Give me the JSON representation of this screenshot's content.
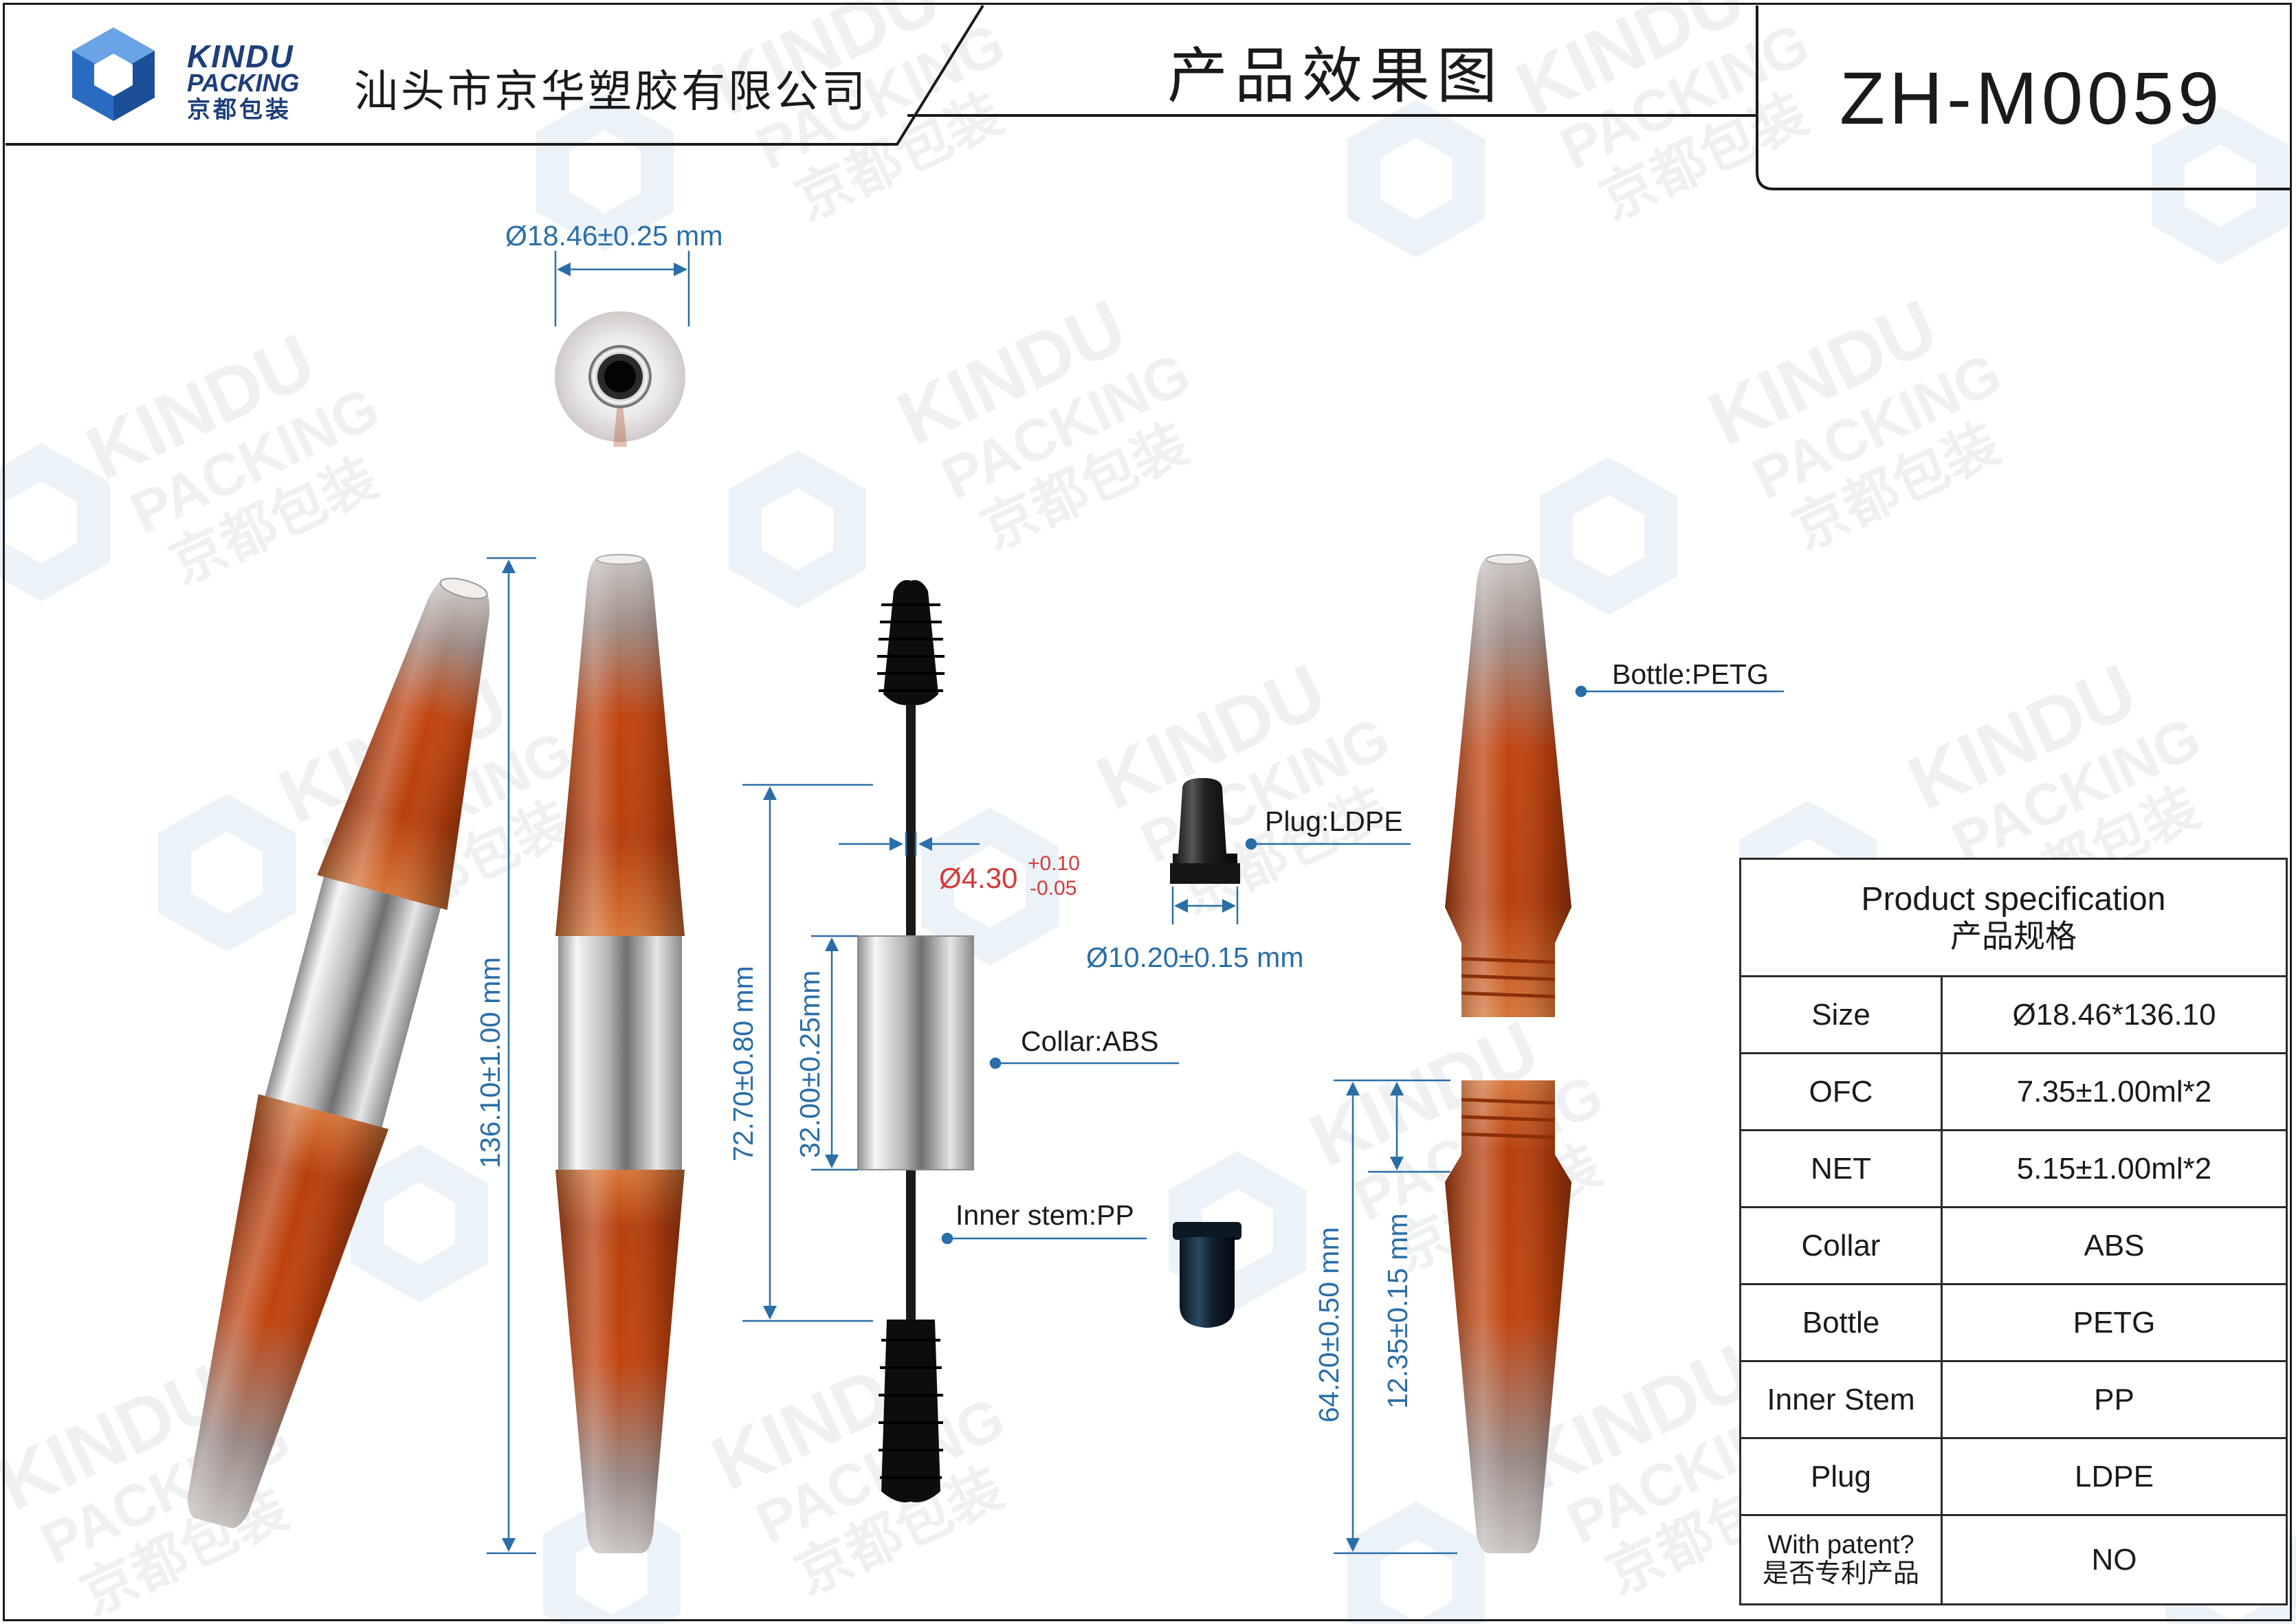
{
  "header": {
    "brand_line1": "KINDU",
    "brand_line2": "PACKING",
    "brand_cn": "京都包装",
    "company_name": "汕头市京华塑胶有限公司",
    "doc_title": "产品效果图",
    "model_code": "ZH-M0059"
  },
  "watermark": {
    "line1": "KINDU",
    "line2": "PACKING",
    "line3": "京都包装"
  },
  "colors": {
    "dimension_blue": "#2a6ea8",
    "tolerance_red": "#d43a3a",
    "bottle_orange": "#c2440f",
    "frame": "#1a1a1a"
  },
  "dimensions": {
    "top_diameter": "Ø18.46±0.25 mm",
    "total_height": "136.10±1.00 mm",
    "stem_length": "72.70±0.80 mm",
    "collar_height": "32.00±0.25mm",
    "stem_diameter": "Ø4.30",
    "stem_tol_plus": "+0.10",
    "stem_tol_minus": "-0.05",
    "plug_diameter": "Ø10.20±0.15  mm",
    "bottle_half_height": "64.20±0.50 mm",
    "neck_height": "12.35±0.15 mm"
  },
  "callouts": {
    "bottle": "Bottle:PETG",
    "plug": "Plug:LDPE",
    "collar": "Collar:ABS",
    "inner_stem": "Inner stem:PP"
  },
  "spec_table": {
    "title_en": "Product specification",
    "title_cn": "产品规格",
    "rows": [
      {
        "key": "Size",
        "value": "Ø18.46*136.10"
      },
      {
        "key": "OFC",
        "value": "7.35±1.00ml*2"
      },
      {
        "key": "NET",
        "value": "5.15±1.00ml*2"
      },
      {
        "key": "Collar",
        "value": "ABS"
      },
      {
        "key": "Bottle",
        "value": "PETG"
      },
      {
        "key": "Inner Stem",
        "value": "PP"
      },
      {
        "key": "Plug",
        "value": "LDPE"
      }
    ],
    "patent_key_en": "With patent?",
    "patent_key_cn": "是否专利产品",
    "patent_value": "NO"
  }
}
